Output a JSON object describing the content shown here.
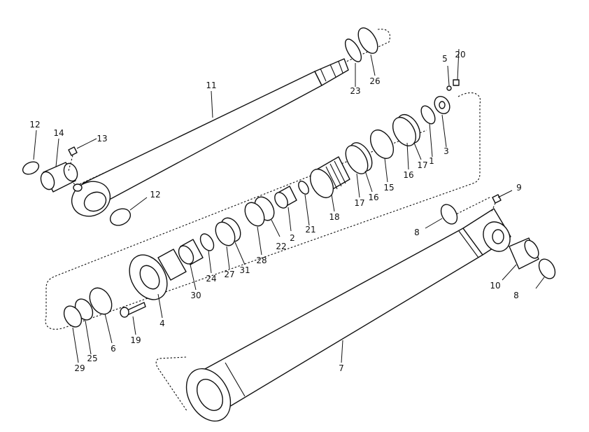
{
  "callouts": [
    {
      "id": "c1",
      "text": "1"
    },
    {
      "id": "c2",
      "text": "2"
    },
    {
      "id": "c3",
      "text": "3"
    },
    {
      "id": "c4",
      "text": "4"
    },
    {
      "id": "c5",
      "text": "5"
    },
    {
      "id": "c6",
      "text": "6"
    },
    {
      "id": "c7",
      "text": "7"
    },
    {
      "id": "c8a",
      "text": "8"
    },
    {
      "id": "c8b",
      "text": "8"
    },
    {
      "id": "c9",
      "text": "9"
    },
    {
      "id": "c10",
      "text": "10"
    },
    {
      "id": "c11",
      "text": "11"
    },
    {
      "id": "c12a",
      "text": "12"
    },
    {
      "id": "c12b",
      "text": "12"
    },
    {
      "id": "c13",
      "text": "13"
    },
    {
      "id": "c14",
      "text": "14"
    },
    {
      "id": "c15",
      "text": "15"
    },
    {
      "id": "c16a",
      "text": "16"
    },
    {
      "id": "c16b",
      "text": "16"
    },
    {
      "id": "c17a",
      "text": "17"
    },
    {
      "id": "c17b",
      "text": "17"
    },
    {
      "id": "c18",
      "text": "18"
    },
    {
      "id": "c19",
      "text": "19"
    },
    {
      "id": "c20",
      "text": "20"
    },
    {
      "id": "c21",
      "text": "21"
    },
    {
      "id": "c22",
      "text": "22"
    },
    {
      "id": "c23",
      "text": "23"
    },
    {
      "id": "c24",
      "text": "24"
    },
    {
      "id": "c25",
      "text": "25"
    },
    {
      "id": "c26",
      "text": "26"
    },
    {
      "id": "c27",
      "text": "27"
    },
    {
      "id": "c28",
      "text": "28"
    },
    {
      "id": "c29",
      "text": "29"
    },
    {
      "id": "c30",
      "text": "30"
    },
    {
      "id": "c31",
      "text": "31"
    }
  ]
}
